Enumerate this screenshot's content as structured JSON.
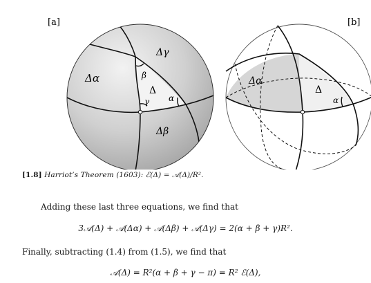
{
  "figure": {
    "label_a": "[a]",
    "label_b": "[b]",
    "sphere_a": {
      "region_alpha": "Δα",
      "region_beta": "Δβ",
      "region_gamma": "Δγ",
      "triangle": "Δ",
      "angle_alpha": "α",
      "angle_beta": "β",
      "angle_gamma": "γ"
    },
    "sphere_b": {
      "region_alpha": "Δα",
      "triangle": "Δ",
      "angle_alpha": "α"
    }
  },
  "caption": {
    "number": "[1.8]",
    "text": "Harriot’s Theorem (1603): ℰ(Δ) = 𝒜(Δ)/R²."
  },
  "text": {
    "paragraph1": "Adding these last three equations, we find that",
    "equation1": "3𝒜(Δ) + 𝒜(Δα) + 𝒜(Δβ) + 𝒜(Δγ) = 2(α + β + γ)R².",
    "paragraph2": "Finally, subtracting (1.4) from (1.5), we find that",
    "equation2": "𝒜(Δ) = R²(α + β + γ − π) = R² ℰ(Δ),"
  }
}
